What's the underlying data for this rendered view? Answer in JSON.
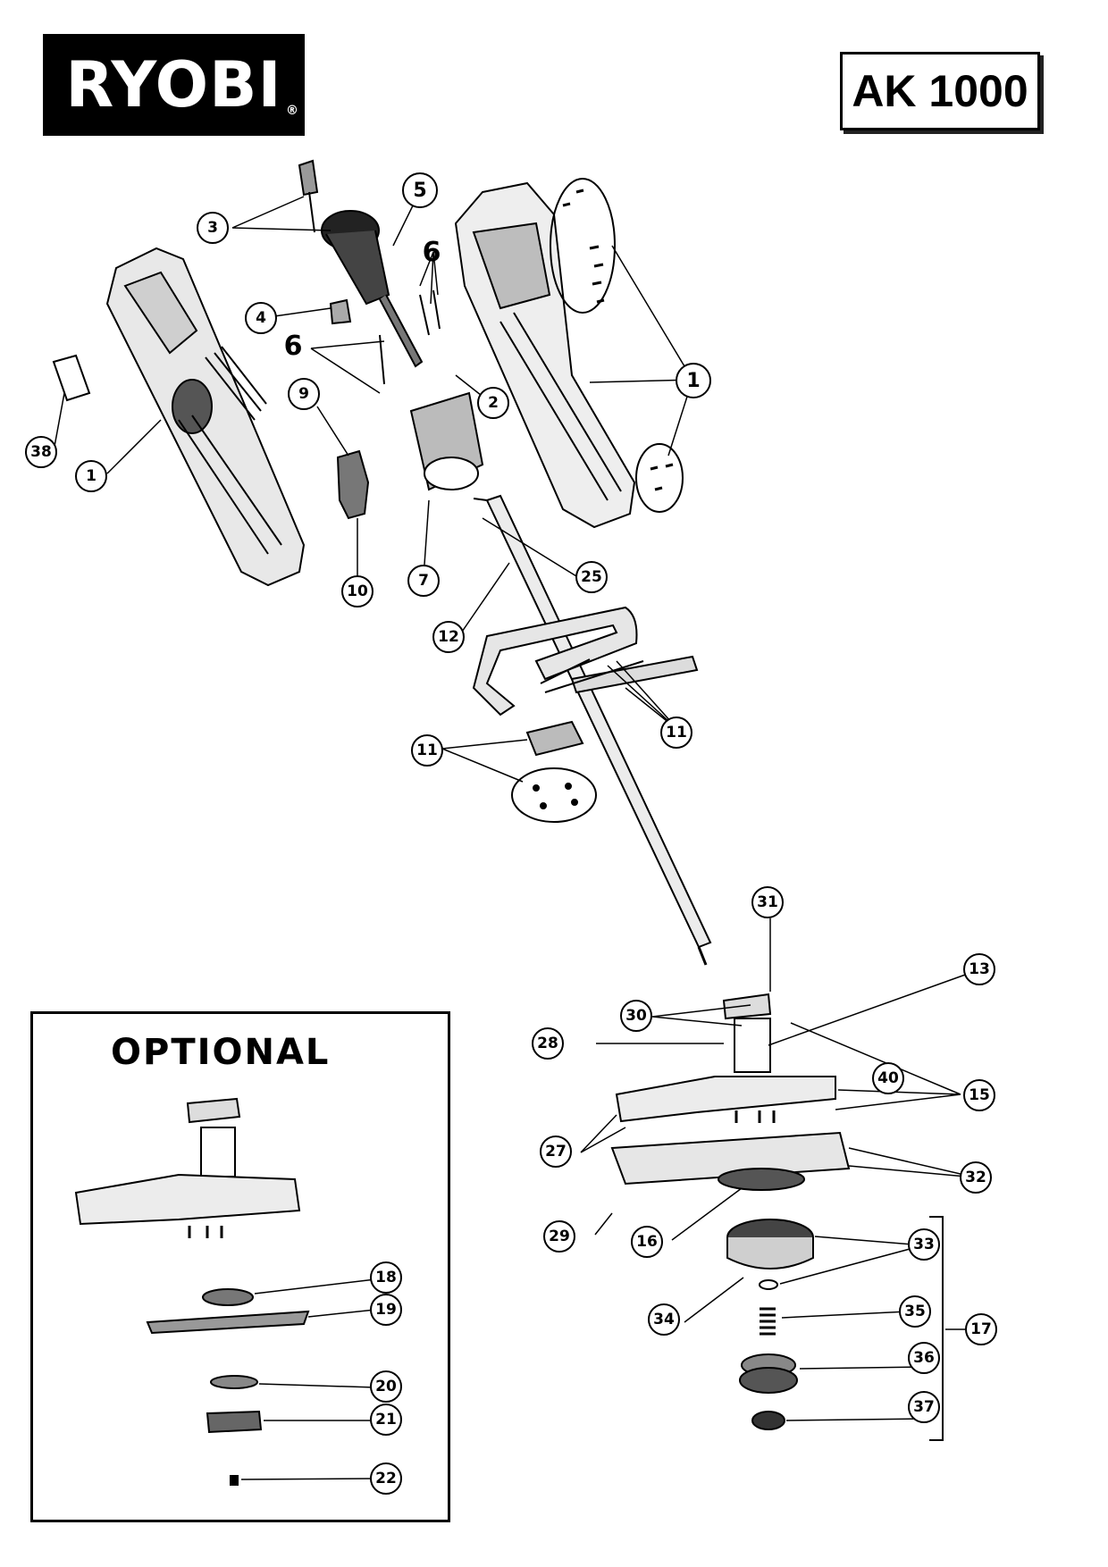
{
  "header": {
    "brand": "RYOBI",
    "brand_mark": "®",
    "model": "AK 1000"
  },
  "optional": {
    "title": "OPTIONAL"
  },
  "callouts": {
    "c1a": "1",
    "c1b": "1",
    "c2": "2",
    "c3": "3",
    "c4": "4",
    "c5": "5",
    "c6a": "6",
    "c6b": "6",
    "c7": "7",
    "c9": "9",
    "c10": "10",
    "c11a": "11",
    "c11b": "11",
    "c12": "12",
    "c13": "13",
    "c15": "15",
    "c16": "16",
    "c17": "17",
    "c18": "18",
    "c19": "19",
    "c20": "20",
    "c21": "21",
    "c22": "22",
    "c25": "25",
    "c27": "27",
    "c28": "28",
    "c29": "29",
    "c30": "30",
    "c31": "31",
    "c32": "32",
    "c33": "33",
    "c34": "34",
    "c35": "35",
    "c36": "36",
    "c37": "37",
    "c38": "38",
    "c40": "40"
  }
}
